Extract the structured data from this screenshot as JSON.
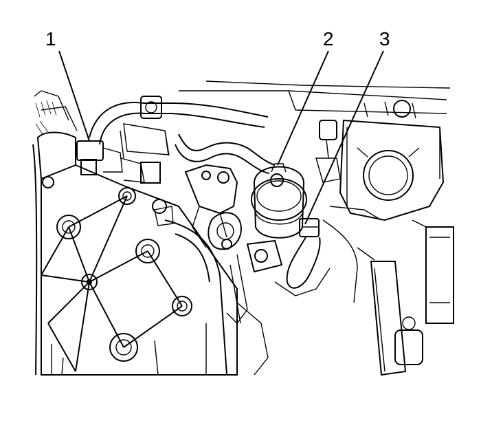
{
  "callouts": [
    {
      "id": "1",
      "label": "1"
    },
    {
      "id": "2",
      "label": "2"
    },
    {
      "id": "3",
      "label": "3"
    }
  ],
  "colors": {
    "background": "#ffffff",
    "ink": "#000000"
  }
}
